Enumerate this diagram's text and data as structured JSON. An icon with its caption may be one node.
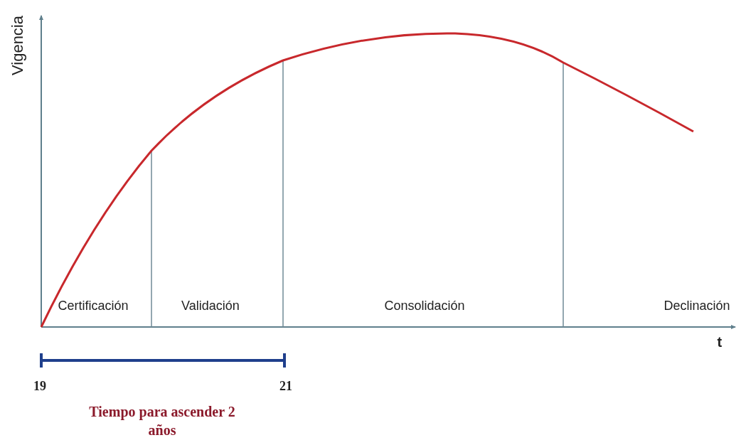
{
  "diagram": {
    "labels": [
      "Vigencia",
      "Certificación",
      "Validación",
      "Consolidación",
      "Declinación",
      "t",
      "19",
      "21",
      "Tiempo para ascender 2 años"
    ]
  }
}
